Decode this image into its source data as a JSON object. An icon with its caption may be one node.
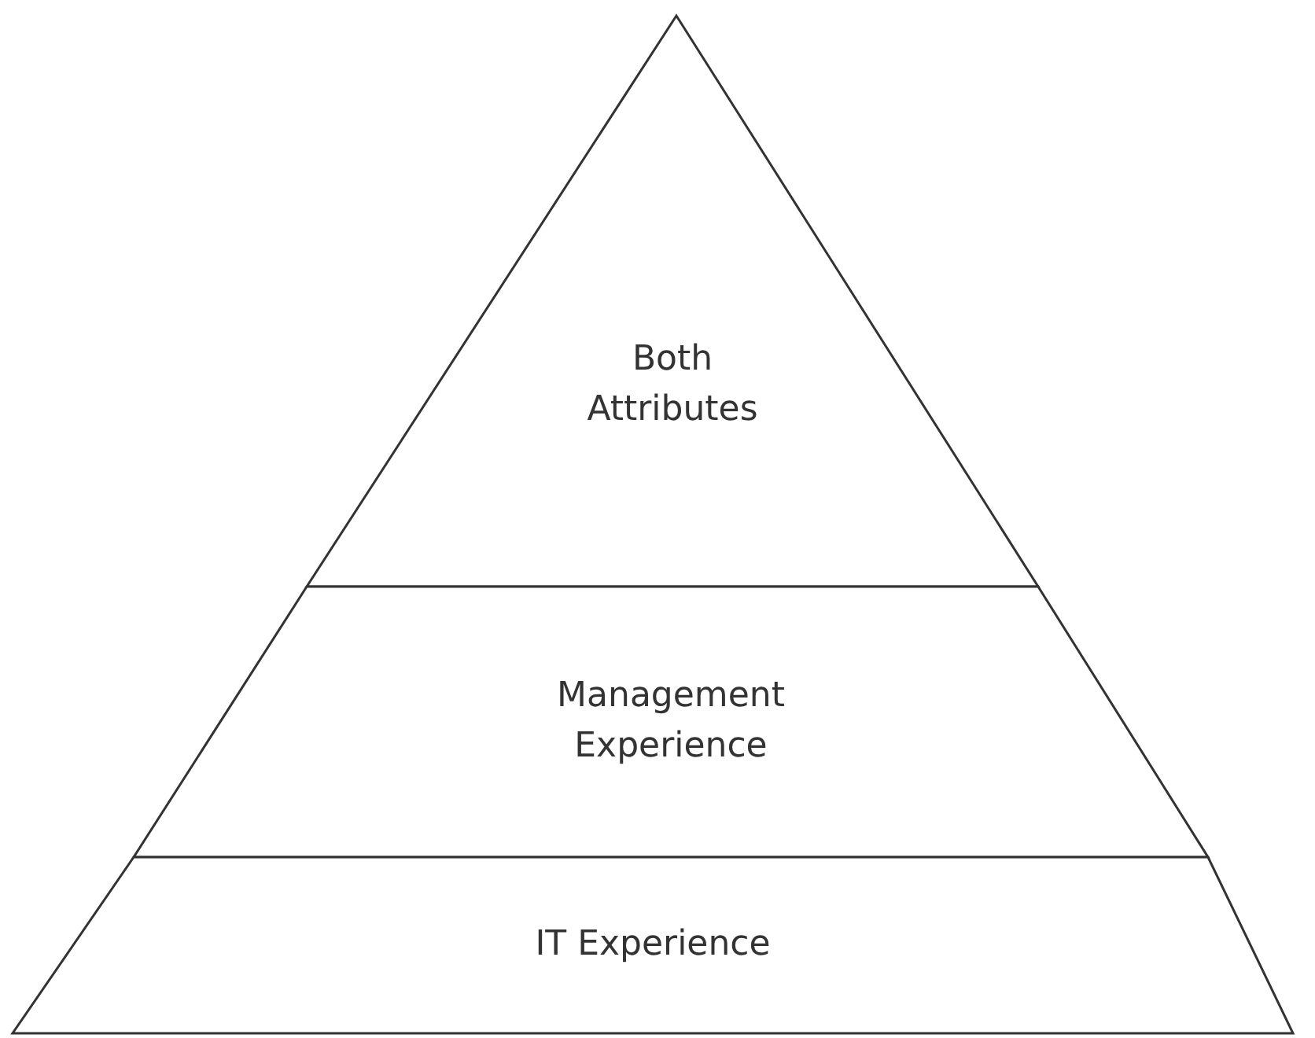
{
  "diagram": {
    "nodes": [
      {
        "text": [
          "Both Attributes"
        ]
      },
      {
        "text": [
          "Management Experience"
        ]
      },
      {
        "text": [
          "IT Experience"
        ]
      }
    ]
  }
}
